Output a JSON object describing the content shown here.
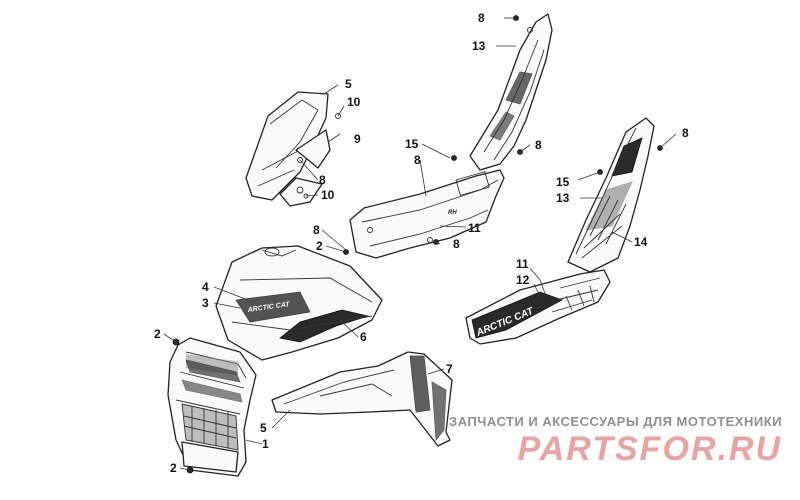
{
  "callouts": [
    {
      "label": "1"
    },
    {
      "label": "2"
    },
    {
      "label": "2"
    },
    {
      "label": "2"
    },
    {
      "label": "3"
    },
    {
      "label": "4"
    },
    {
      "label": "5"
    },
    {
      "label": "5"
    },
    {
      "label": "6"
    },
    {
      "label": "7"
    },
    {
      "label": "8"
    },
    {
      "label": "8"
    },
    {
      "label": "8"
    },
    {
      "label": "8"
    },
    {
      "label": "8"
    },
    {
      "label": "8"
    },
    {
      "label": "8"
    },
    {
      "label": "9"
    },
    {
      "label": "10"
    },
    {
      "label": "10"
    },
    {
      "label": "11"
    },
    {
      "label": "11"
    },
    {
      "label": "12"
    },
    {
      "label": "13"
    },
    {
      "label": "13"
    },
    {
      "label": "14"
    },
    {
      "label": "15"
    },
    {
      "label": "15"
    }
  ],
  "decals": {
    "hood_badge": "ARCTIC CAT",
    "side_panel": "ARCTIC CAT",
    "rail_tag": "RH"
  },
  "watermark": {
    "caption": "ЗАПЧАСТИ И АКСЕССУАРЫ ДЛЯ МОТОТЕХНИКИ",
    "logo": "PARTSFOR.RU",
    "logo_color": "#e8a3a3"
  }
}
